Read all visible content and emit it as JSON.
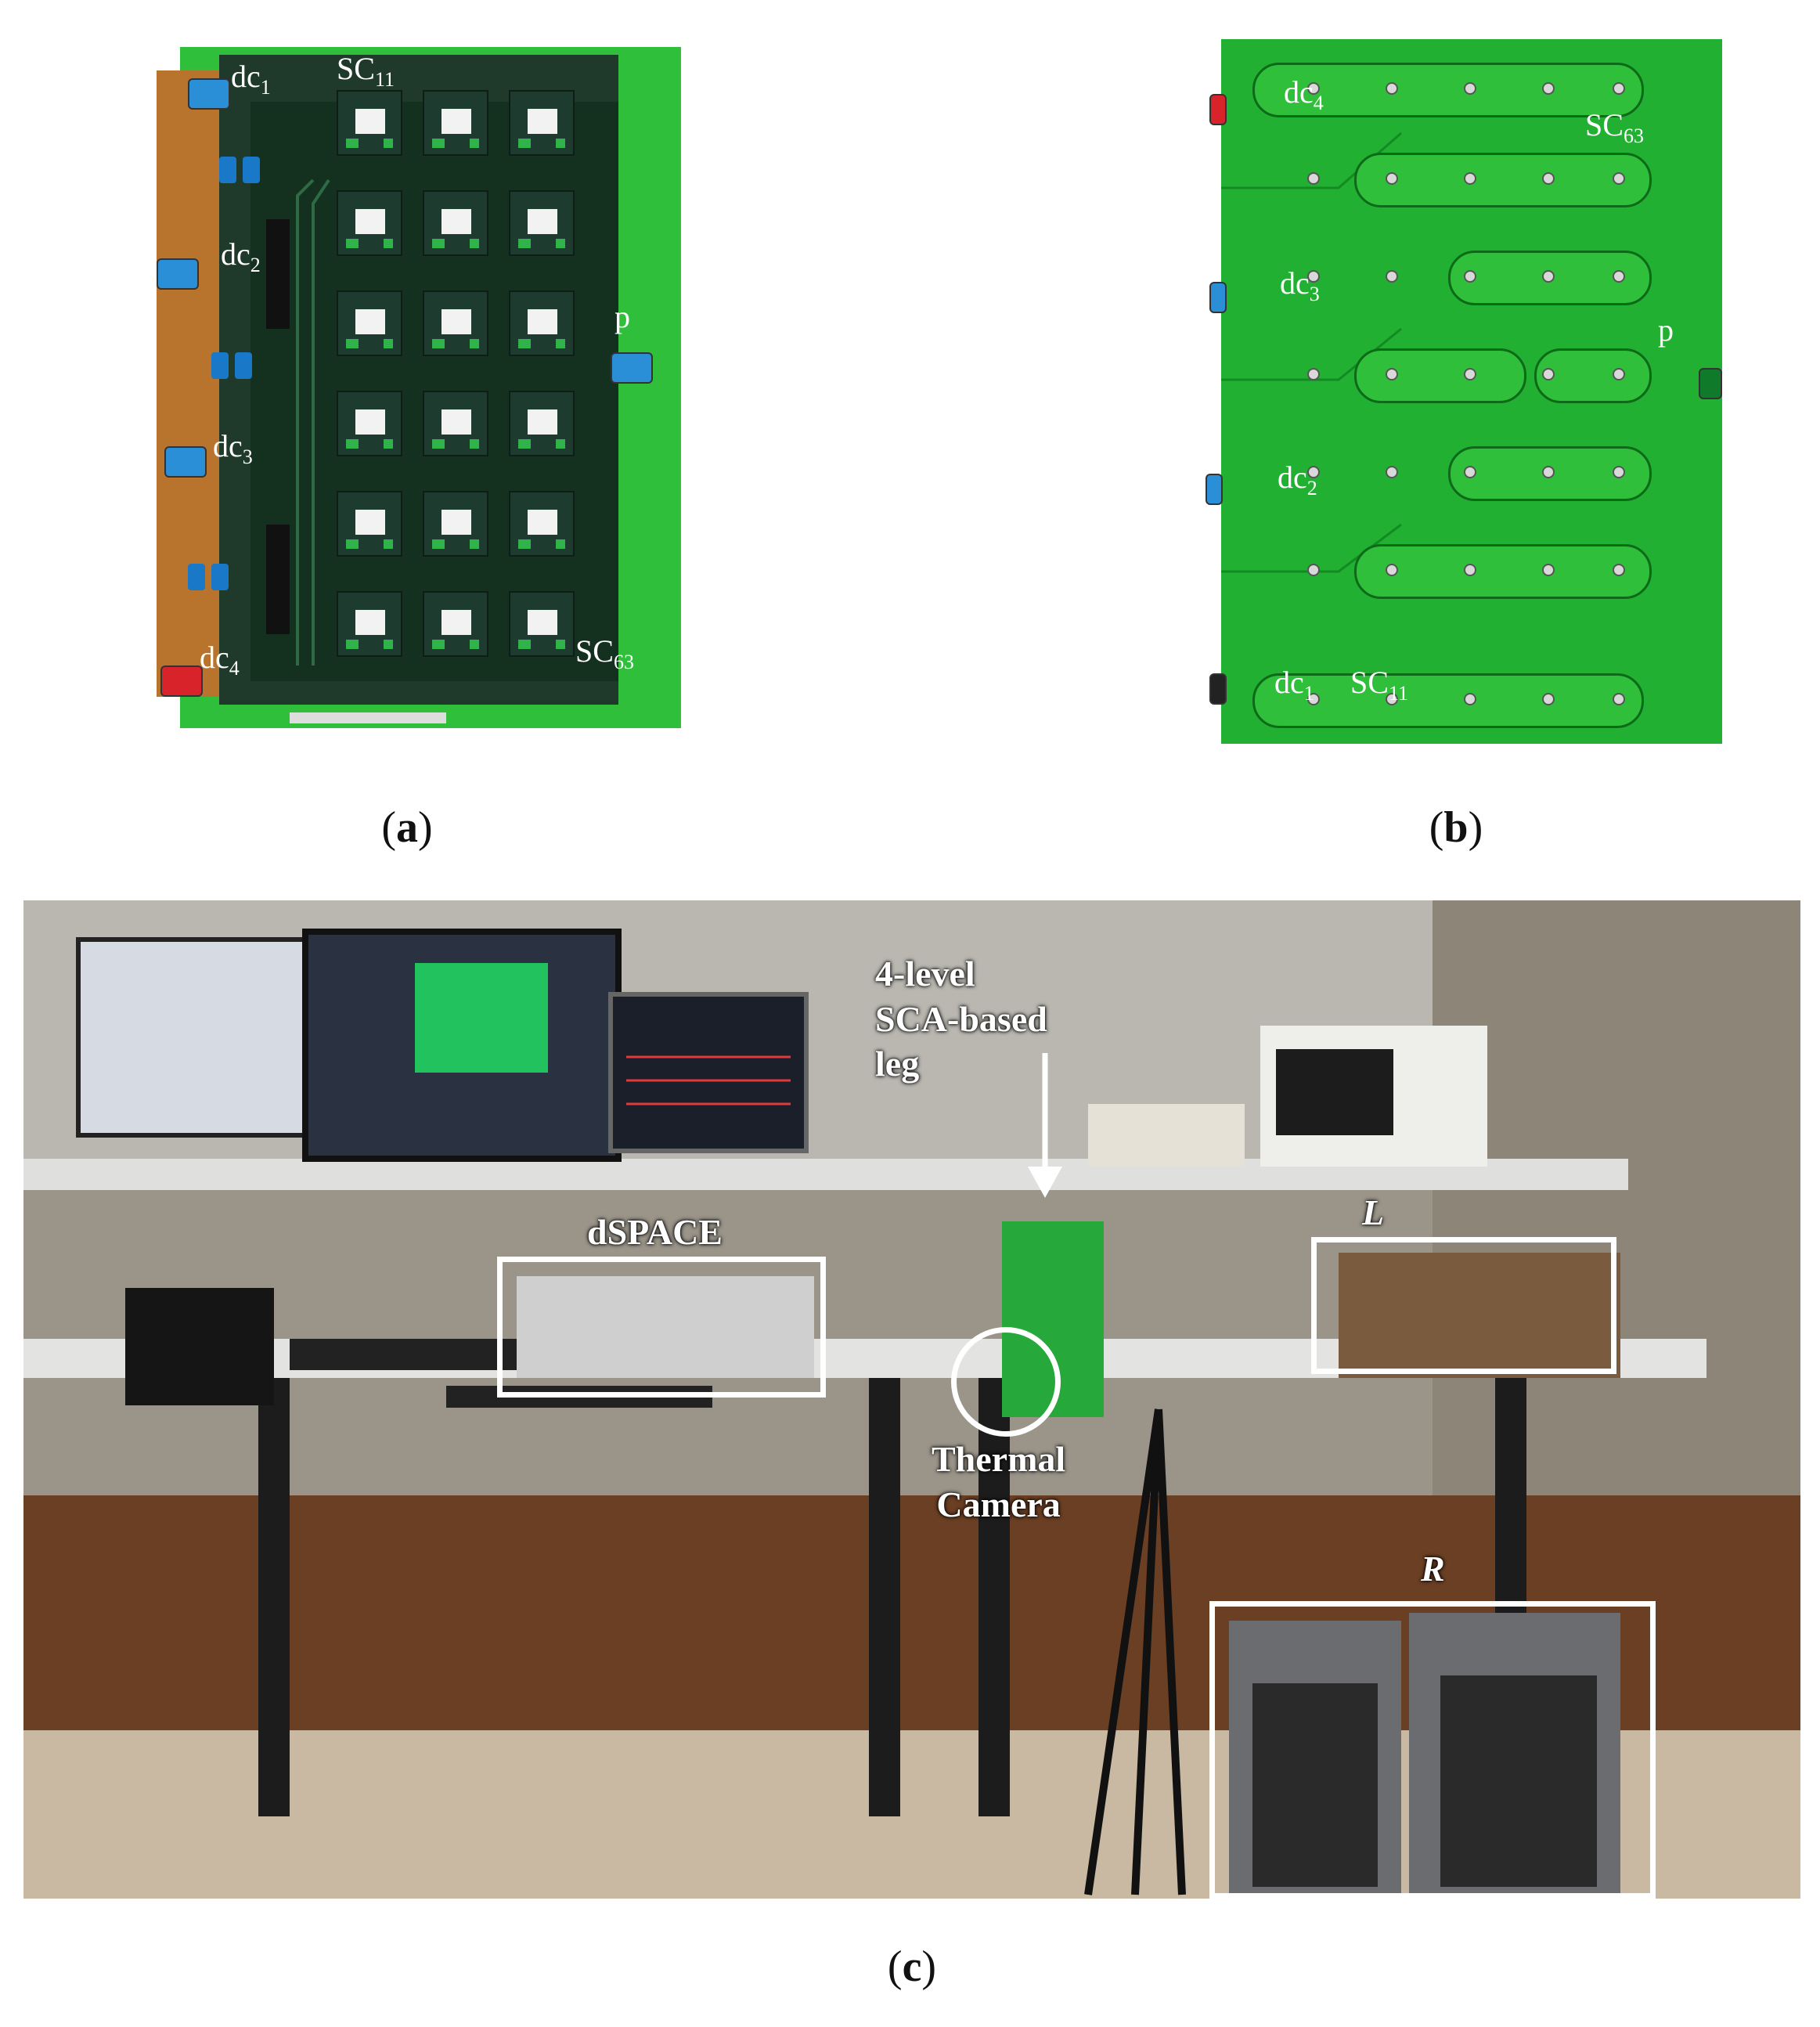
{
  "panels": {
    "a": {
      "caption_open": "(",
      "caption_letter": "a",
      "caption_close": ")",
      "labels": {
        "dc1": "dc",
        "dc1_sub": "1",
        "sc11": "SC",
        "sc11_sub": "11",
        "dc2": "dc",
        "dc2_sub": "2",
        "p": "p",
        "dc3": "dc",
        "dc3_sub": "3",
        "dc4": "dc",
        "dc4_sub": "4",
        "sc63": "SC",
        "sc63_sub": "63"
      }
    },
    "b": {
      "caption_open": "(",
      "caption_letter": "b",
      "caption_close": ")",
      "labels": {
        "dc4": "dc",
        "dc4_sub": "4",
        "sc63": "SC",
        "sc63_sub": "63",
        "dc3": "dc",
        "dc3_sub": "3",
        "p": "p",
        "dc2": "dc",
        "dc2_sub": "2",
        "dc1": "dc",
        "dc1_sub": "1",
        "sc11": "SC",
        "sc11_sub": "11"
      }
    },
    "c": {
      "caption_open": "(",
      "caption_letter": "c",
      "caption_close": ")",
      "labels": {
        "leg_line1": "4-level",
        "leg_line2": "SCA-based",
        "leg_line3": "leg",
        "dspace": "dSPACE",
        "thermal_line1": "Thermal",
        "thermal_line2": "Camera",
        "inductor": "L",
        "resistor": "R"
      }
    }
  },
  "colors": {
    "pcb_light": "#2fbf3a",
    "pcb_dark": "#14301f",
    "copper": "#b8742c",
    "label": "#ffffff"
  }
}
